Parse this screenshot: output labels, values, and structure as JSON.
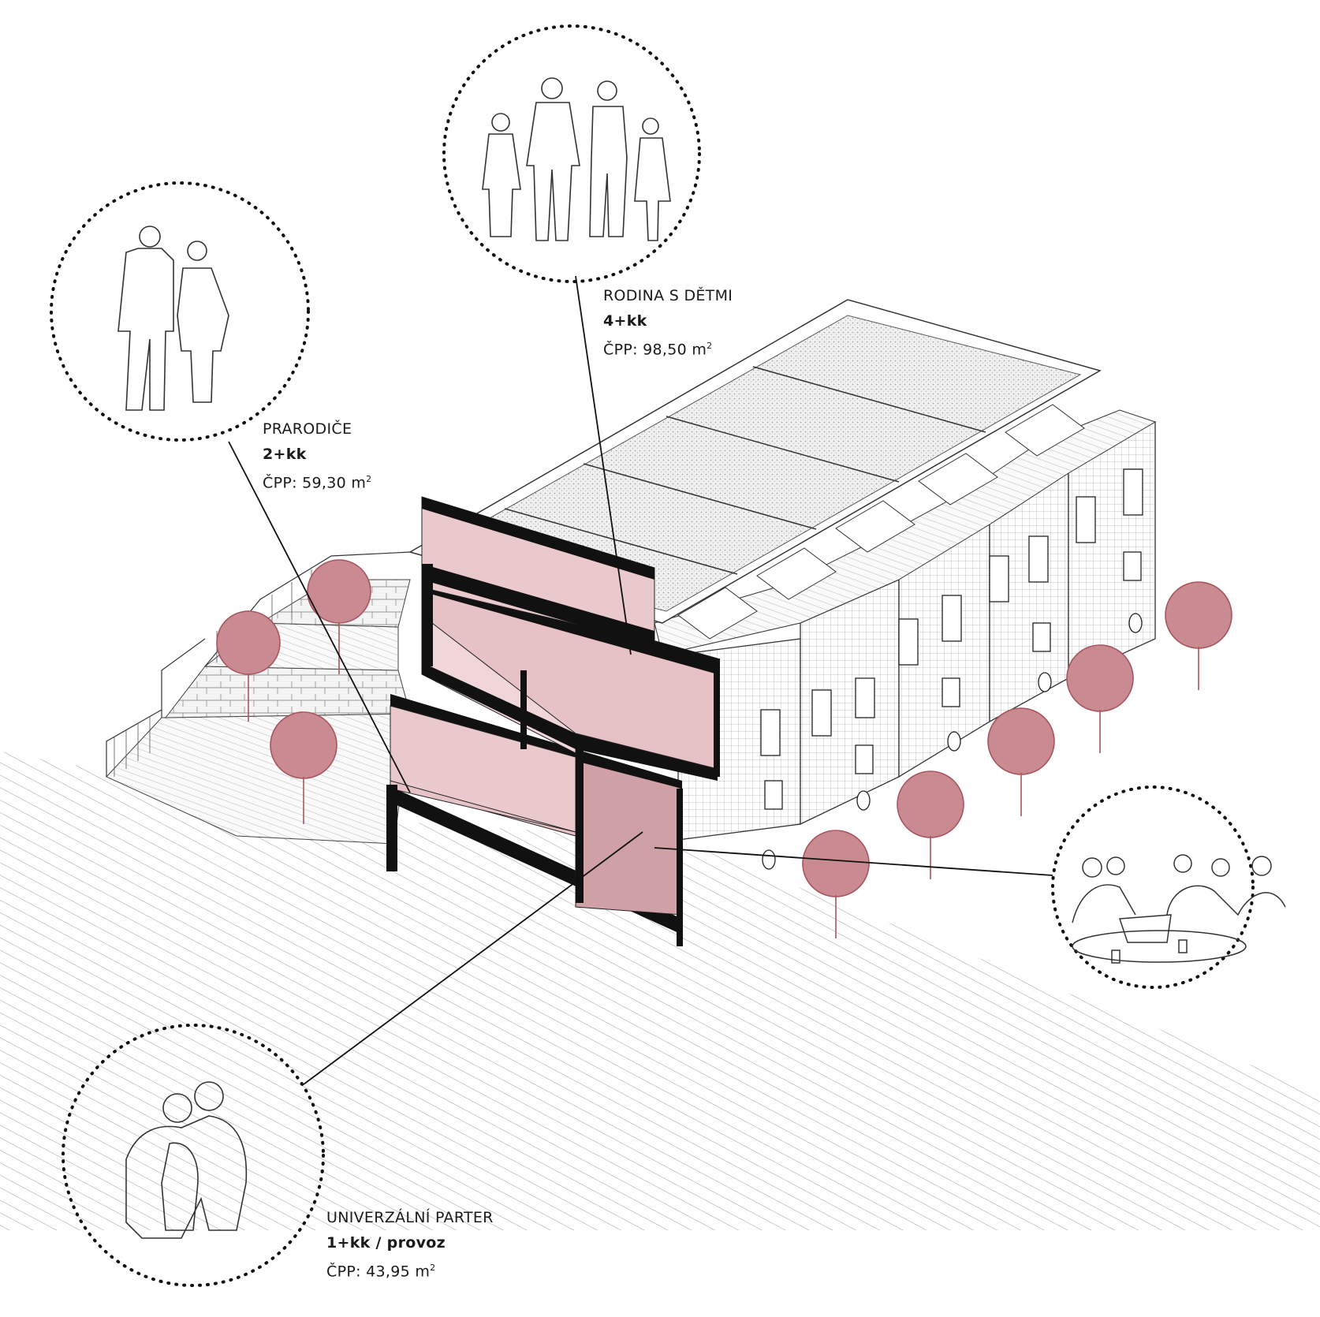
{
  "units": [
    {
      "id": "prarodice",
      "title": "PRARODIČE",
      "layout": "2+kk",
      "area_prefix": "ČPP: ",
      "area_value": "59,30 m",
      "area_sup": "2",
      "persona_icon": "elderly-couple-icon"
    },
    {
      "id": "rodina",
      "title": "RODINA S DĚTMI",
      "layout": "4+kk",
      "area_prefix": "ČPP: ",
      "area_value": "98,50 m",
      "area_sup": "2",
      "persona_icon": "family-with-children-icon"
    },
    {
      "id": "parter",
      "title": "UNIVERZÁLNÍ PARTER",
      "layout": "1+kk / provoz",
      "area_prefix": "ČPP: ",
      "area_value": "43,95 m",
      "area_sup": "2",
      "persona_icon": "couple-with-dog-icon"
    }
  ],
  "meeting_icon": "group-meeting-icon",
  "colors": {
    "section_fill": "#e6c2c6",
    "section_fill_dark": "#cfa0a6",
    "tree": "#a8555e",
    "ink": "#1a1a1a",
    "hatch": "#9a9a9a"
  }
}
